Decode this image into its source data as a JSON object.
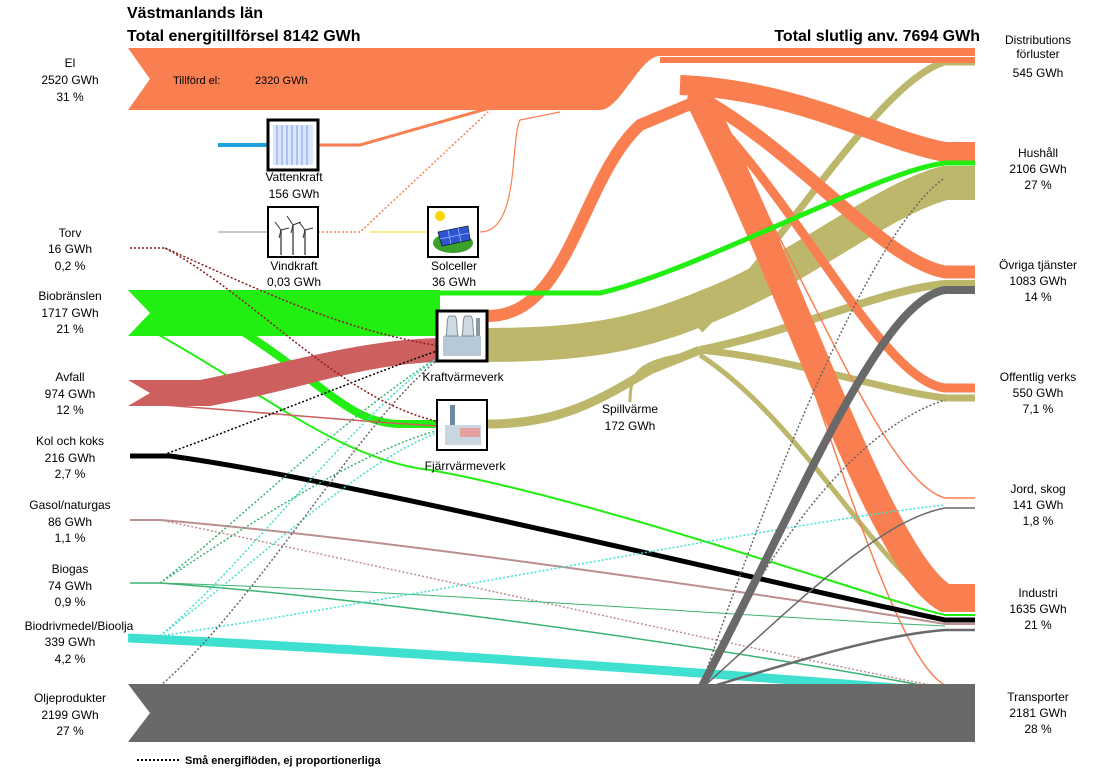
{
  "header": {
    "region": "Västmanlands län",
    "total_supply": "Total energitillförsel 8142 GWh",
    "total_use": "Total slutlig anv. 7694 GWh"
  },
  "sources": {
    "el": {
      "name": "El",
      "value": "2520 GWh",
      "share": "31 %"
    },
    "torv": {
      "name": "Torv",
      "value": "16 GWh",
      "share": "0,2 %"
    },
    "bio": {
      "name": "Biobränslen",
      "value": "1717 GWh",
      "share": "21 %"
    },
    "avfall": {
      "name": "Avfall",
      "value": "974 GWh",
      "share": "12 %"
    },
    "kol": {
      "name": "Kol och koks",
      "value": "216 GWh",
      "share": "2,7 %"
    },
    "gasol": {
      "name": "Gasol/naturgas",
      "value": "86 GWh",
      "share": "1,1 %"
    },
    "biogas": {
      "name": "Biogas",
      "value": "74 GWh",
      "share": "0,9 %"
    },
    "biodriv": {
      "name": "Biodrivmedel/Bioolja",
      "value": "339 GWh",
      "share": "4,2 %"
    },
    "olja": {
      "name": "Oljeprodukter",
      "value": "2199 GWh",
      "share": "27 %"
    }
  },
  "tillford_el": {
    "label": "Tillförd el:",
    "value": "2320 GWh"
  },
  "plants": {
    "vattenkraft": {
      "name": "Vattenkraft",
      "value": "156 GWh"
    },
    "vindkraft": {
      "name": "Vindkraft",
      "value": "0,03 GWh"
    },
    "solceller": {
      "name": "Solceller",
      "value": "36 GWh"
    },
    "kraftvarme": {
      "name": "Kraftvärmeverk"
    },
    "fjarrvarme": {
      "name": "Fjärrvärmeverk"
    },
    "spillvarme": {
      "name": "Spillvärme",
      "value": "172 GWh"
    }
  },
  "sectors": {
    "distrib": {
      "name1": "Distributions",
      "name2": "förluster",
      "value": "545 GWh"
    },
    "hushall": {
      "name": "Hushåll",
      "value": "2106 GWh",
      "share": "27 %"
    },
    "ovriga": {
      "name": "Övriga tjänster",
      "value": "1083 GWh",
      "share": "14 %"
    },
    "offentlig": {
      "name": "Offentlig verks",
      "value": "550 GWh",
      "share": "7,1 %"
    },
    "jord": {
      "name": "Jord, skog",
      "value": "141 GWh",
      "share": "1,8 %"
    },
    "industri": {
      "name": "Industri",
      "value": "1635 GWh",
      "share": "21 %"
    },
    "transport": {
      "name": "Transporter",
      "value": "2181 GWh",
      "share": "28 %"
    }
  },
  "legend": {
    "dotted": "Små energiflöden, ej proportionerliga"
  },
  "colors": {
    "el": "#fa7f50",
    "bio": "#22ee11",
    "avfall": "#cd5f5f",
    "kol": "#000000",
    "gasol": "#bc8f8f",
    "biogas": "#3cb371",
    "biodriv": "#40e0d0",
    "olja": "#696969",
    "heat": "#bdb76b",
    "water": "#1ea0dc"
  }
}
